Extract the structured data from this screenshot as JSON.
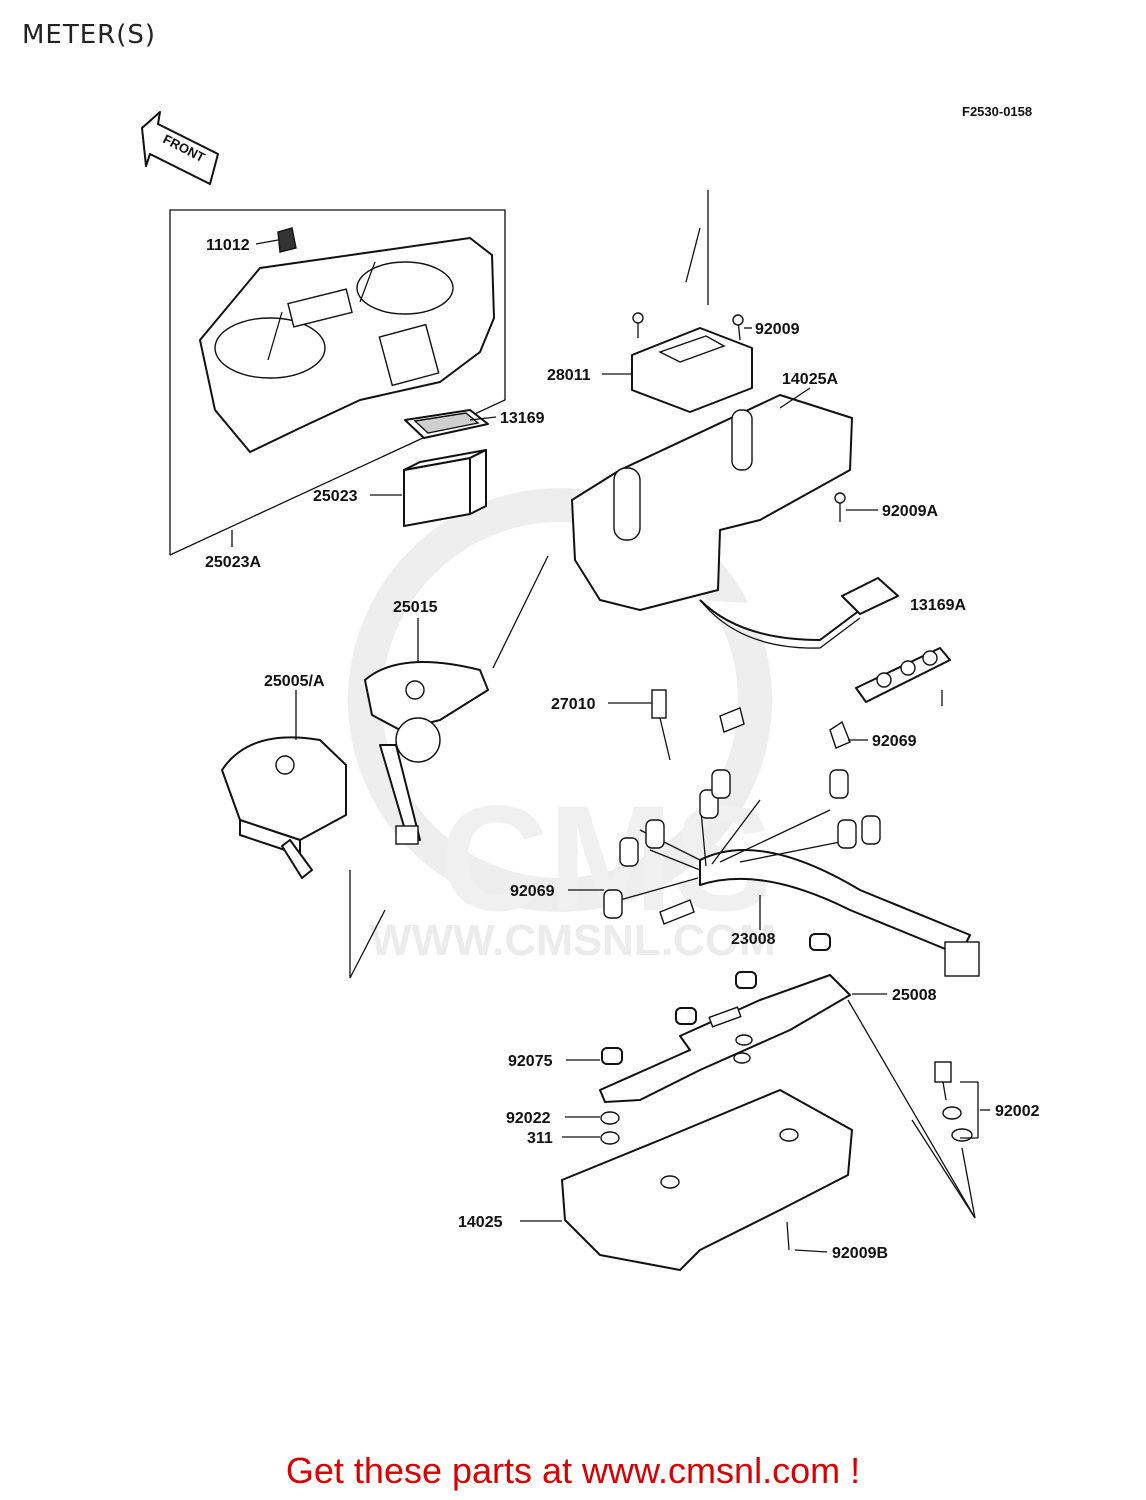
{
  "page": {
    "title": "METER(S)",
    "diagram_code": "F2530-0158",
    "front_indicator": "FRONT",
    "watermark": "WWW.CMSNL.COM",
    "watermark_big": "CMS",
    "footer_cta": "Get these parts at www.cmsnl.com !"
  },
  "part_labels": {
    "p11012": "11012",
    "p92009": "92009",
    "p28011": "28011",
    "p14025A": "14025A",
    "p13169": "13169",
    "p25023": "25023",
    "p92009A": "92009A",
    "p25023A": "25023A",
    "p25015": "25015",
    "p13169A": "13169A",
    "p25005A": "25005/A",
    "p27010": "27010",
    "p92069a": "92069",
    "p92069b": "92069",
    "p23008": "23008",
    "p25008": "25008",
    "p92075": "92075",
    "p92002": "92002",
    "p92022": "92022",
    "p311": "311",
    "p14025": "14025",
    "p92009B": "92009B"
  }
}
